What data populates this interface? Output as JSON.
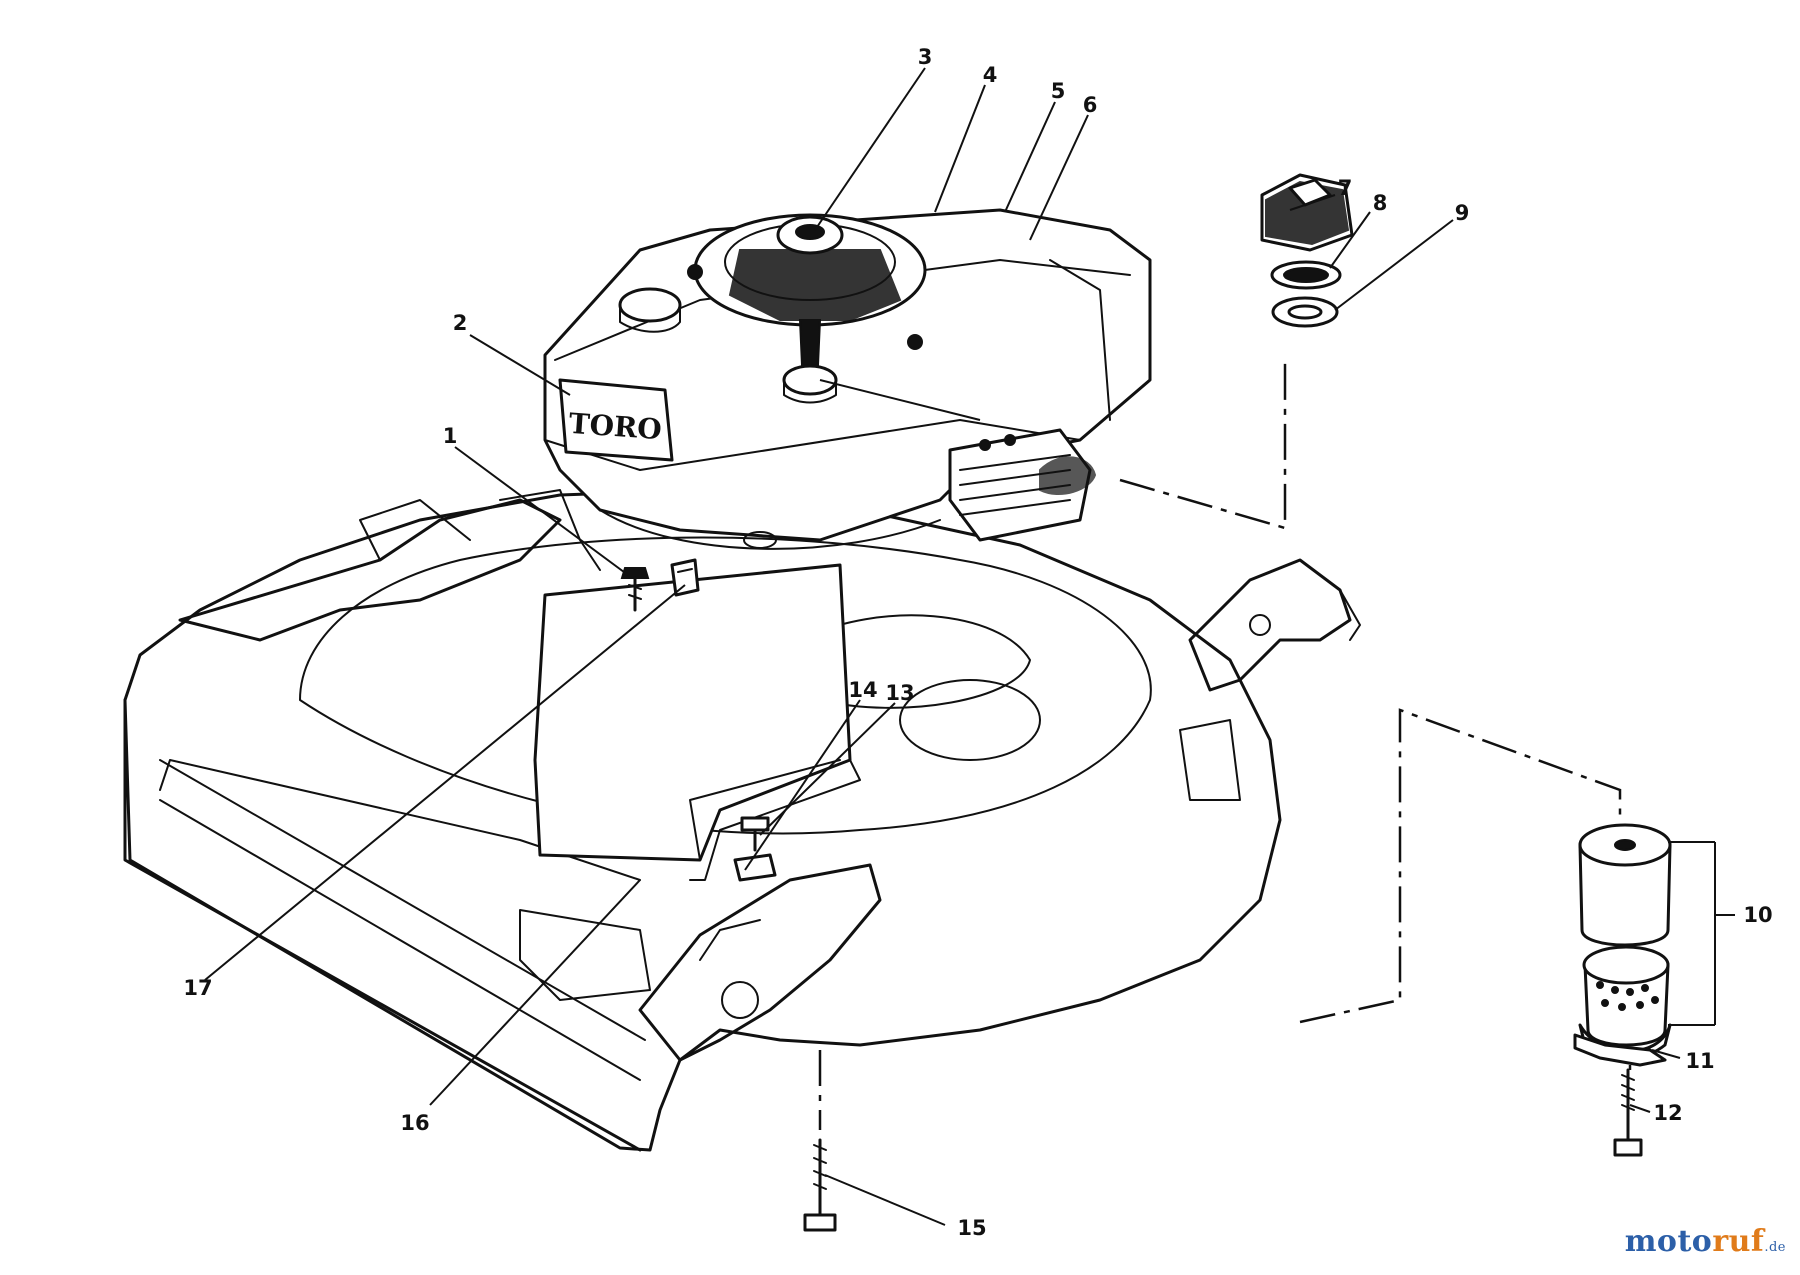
{
  "diagram": {
    "logo_text": "TORO",
    "callouts": [
      {
        "id": "c1",
        "label": "1"
      },
      {
        "id": "c2",
        "label": "2"
      },
      {
        "id": "c3",
        "label": "3"
      },
      {
        "id": "c4",
        "label": "4"
      },
      {
        "id": "c5",
        "label": "5"
      },
      {
        "id": "c6",
        "label": "6"
      },
      {
        "id": "c7",
        "label": "7"
      },
      {
        "id": "c8",
        "label": "8"
      },
      {
        "id": "c9",
        "label": "9"
      },
      {
        "id": "c10",
        "label": "10"
      },
      {
        "id": "c11",
        "label": "11"
      },
      {
        "id": "c12",
        "label": "12"
      },
      {
        "id": "c13",
        "label": "13"
      },
      {
        "id": "c14",
        "label": "14"
      },
      {
        "id": "c15",
        "label": "15"
      },
      {
        "id": "c16",
        "label": "16"
      },
      {
        "id": "c17",
        "label": "17"
      }
    ]
  },
  "watermark": {
    "brand_primary": "moto",
    "brand_accent": "ruf",
    "brand_tld": ".de",
    "color_primary": "#2c5fa8",
    "color_accent": "#e07b1a"
  }
}
